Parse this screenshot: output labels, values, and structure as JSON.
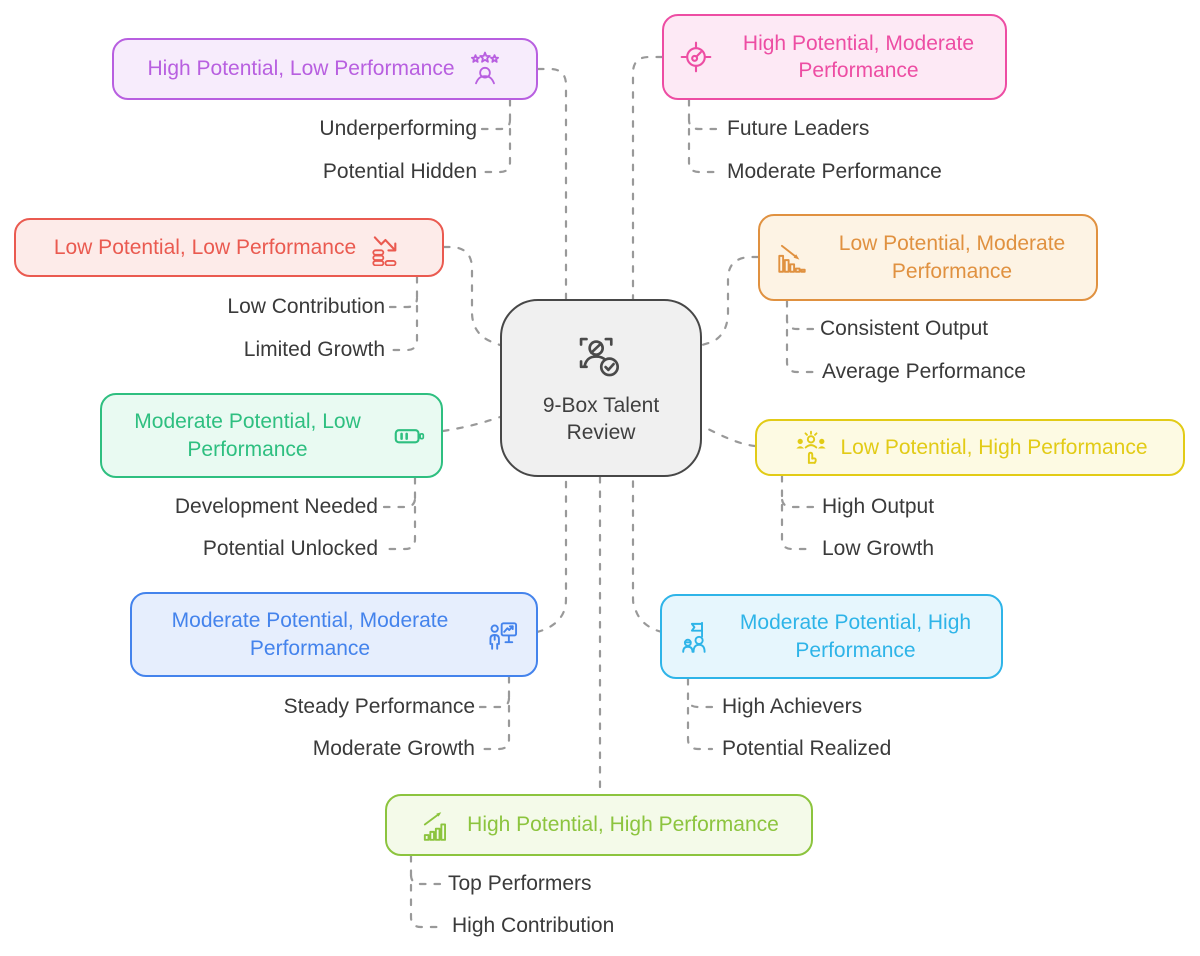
{
  "center": {
    "label": "9-Box Talent Review",
    "icon": "talent-scan-check-icon",
    "border_color": "#474747",
    "fill": "#f0f0f0"
  },
  "connector_color": "#999999",
  "leaf_text_color": "#3a3a3a",
  "branches": [
    {
      "label": "High Potential, Low Performance",
      "icon": "person-stars-icon",
      "color": "#b85fe0",
      "fill": "#f7ecfc",
      "children": [
        "Underperforming",
        "Potential Hidden"
      ]
    },
    {
      "label": "High Potential, Moderate Performance",
      "icon": "gauge-target-icon",
      "color": "#ed4da3",
      "fill": "#fde9f5",
      "children": [
        "Future Leaders",
        "Moderate Performance"
      ]
    },
    {
      "label": "Low Potential, Low Performance",
      "icon": "declining-arrow-coins-icon",
      "color": "#ea5a50",
      "fill": "#fdebe9",
      "children": [
        "Low Contribution",
        "Limited Growth"
      ]
    },
    {
      "label": "Low Potential, Moderate Performance",
      "icon": "declining-bar-chart-icon",
      "color": "#e09140",
      "fill": "#fdf3e4",
      "children": [
        "Consistent Output",
        "Average Performance"
      ]
    },
    {
      "label": "Moderate Potential, Low Performance",
      "icon": "battery-half-icon",
      "color": "#2ebf80",
      "fill": "#e9faf2",
      "children": [
        "Development Needed",
        "Potential Unlocked"
      ]
    },
    {
      "label": "Low Potential, High Performance",
      "icon": "team-select-hand-icon",
      "color": "#e2cb16",
      "fill": "#fdfae3",
      "children": [
        "High Output",
        "Low Growth"
      ]
    },
    {
      "label": "Moderate Potential, Moderate Performance",
      "icon": "presenter-chart-icon",
      "color": "#4483ec",
      "fill": "#e6eefd",
      "children": [
        "Steady Performance",
        "Moderate Growth"
      ]
    },
    {
      "label": "Moderate Potential, High Performance",
      "icon": "team-flag-icon",
      "color": "#2eb4e8",
      "fill": "#e6f6fd",
      "children": [
        "High Achievers",
        "Potential Realized"
      ]
    },
    {
      "label": "High Potential, High Performance",
      "icon": "growth-bar-chart-icon",
      "color": "#8cc43e",
      "fill": "#f4fae9",
      "children": [
        "Top Performers",
        "High Contribution"
      ]
    }
  ]
}
